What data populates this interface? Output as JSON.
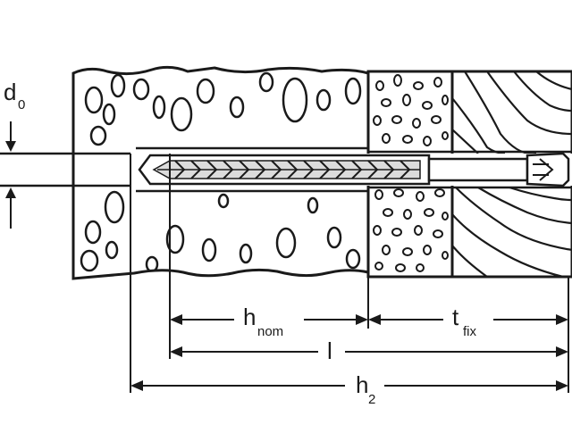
{
  "diagram": {
    "labels": {
      "d0": {
        "main": "d",
        "sub": "0"
      },
      "h_nom": {
        "main": "h",
        "sub": "nom"
      },
      "t_fix": {
        "main": "t",
        "sub": "fix"
      },
      "l": {
        "main": "l"
      },
      "h2": {
        "main": "h",
        "sub": "2"
      }
    },
    "colors": {
      "ink": "#1a1a1a",
      "paper": "#ffffff"
    },
    "materials": [
      "masonry-base",
      "plaster-layer",
      "timber-fixture"
    ],
    "fastener": "frame-plug-with-screw"
  }
}
